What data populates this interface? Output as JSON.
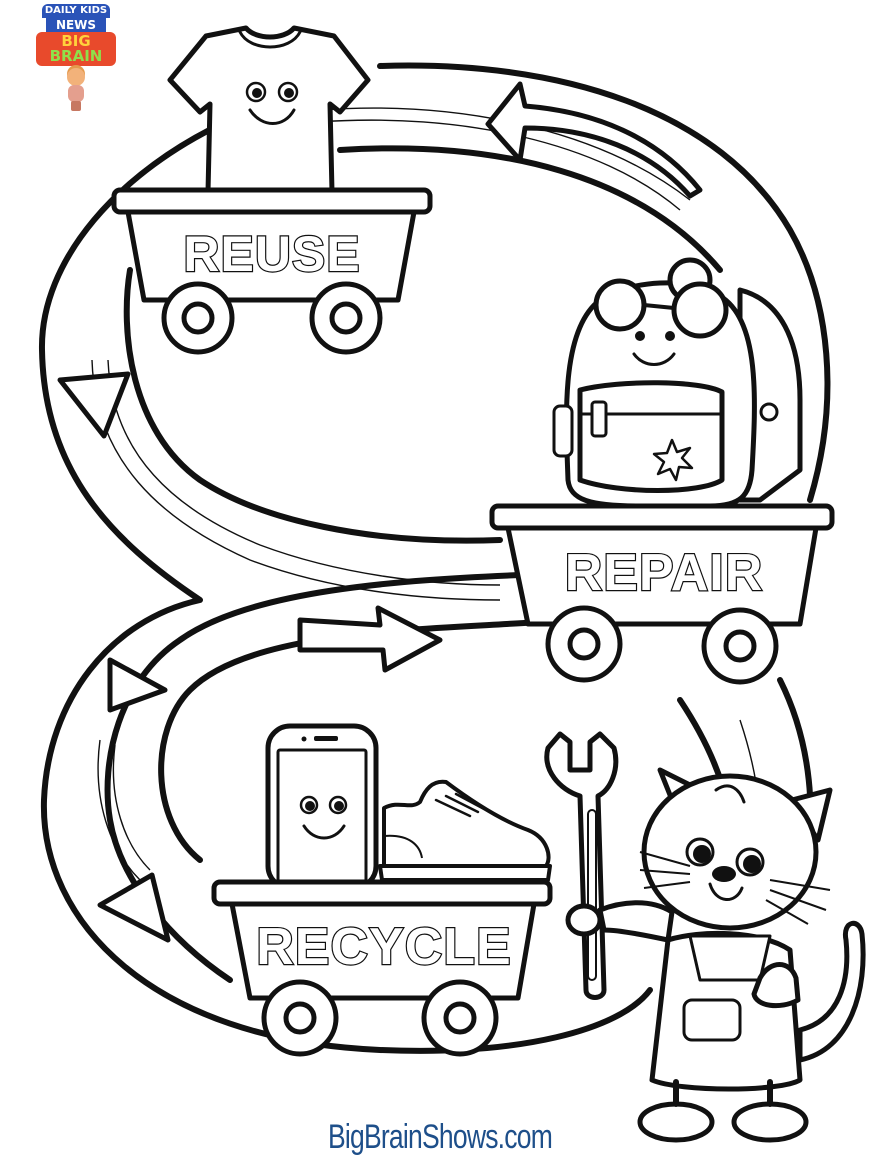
{
  "logo": {
    "line1": "DAILY KIDS",
    "line2": "NEWS",
    "line3a": "BIG",
    "line3b": "BRAIN",
    "mascot": "brain-mascot-icon"
  },
  "carts": [
    {
      "label": "REUSE",
      "item": "t-shirt-icon"
    },
    {
      "label": "REPAIR",
      "item": "backpack-icon"
    },
    {
      "label": "RECYCLE",
      "items": [
        "phone-icon",
        "sneaker-icon"
      ]
    }
  ],
  "character": {
    "name": "cat-mechanic",
    "holding": "wrench-icon",
    "gesture": "thumbs-up"
  },
  "footer": {
    "url": "BigBrainShows.com"
  },
  "colors": {
    "line": "#111111",
    "background": "#ffffff",
    "url_text": "#1e4f8a",
    "logo_blue": "#2a53b8",
    "logo_red": "#e84a2c"
  }
}
